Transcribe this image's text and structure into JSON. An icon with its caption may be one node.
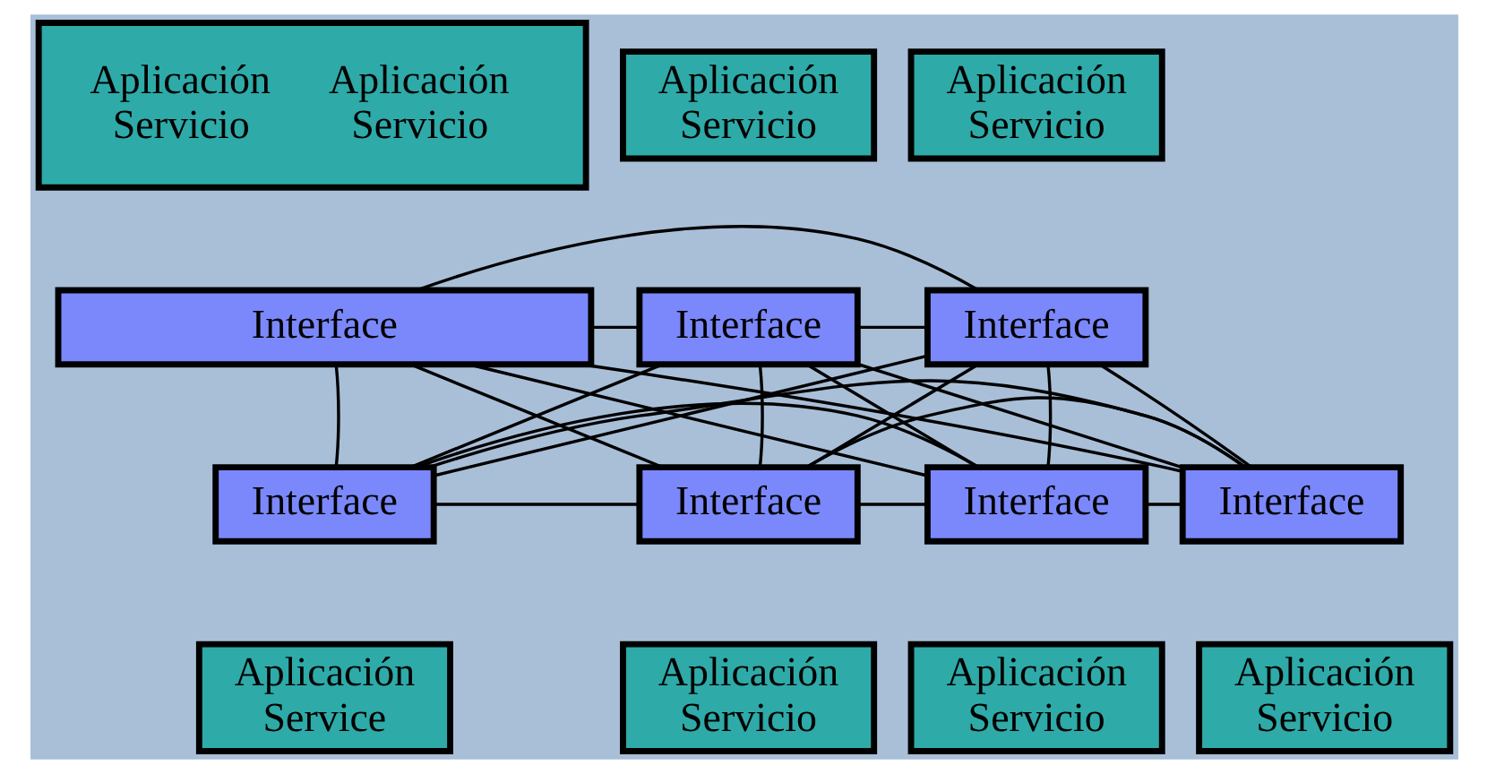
{
  "diagram": {
    "nodes": [
      {
        "text": [
          "Aplicación Servicio",
          "Aplicación Servicio"
        ]
      },
      {
        "text": [
          "Aplicación Servicio"
        ]
      },
      {
        "text": [
          "Aplicación Servicio"
        ]
      },
      {
        "text": [
          "Interface"
        ]
      },
      {
        "text": [
          "Interface"
        ]
      },
      {
        "text": [
          "Interface"
        ]
      },
      {
        "text": [
          "Interface"
        ]
      },
      {
        "text": [
          "Interface"
        ]
      },
      {
        "text": [
          "Interface"
        ]
      },
      {
        "text": [
          "Interface"
        ]
      },
      {
        "text": [
          "Aplicación Service"
        ]
      },
      {
        "text": [
          "Aplicación Servicio"
        ]
      },
      {
        "text": [
          "Aplicación Servicio"
        ]
      },
      {
        "text": [
          "Aplicación Servicio"
        ]
      }
    ],
    "edges": [
      {
        "from": 3,
        "to": 4,
        "arrow": "none"
      },
      {
        "from": 3,
        "to": 5,
        "arrow": "none"
      },
      {
        "from": 3,
        "to": 6,
        "arrow": "none"
      },
      {
        "from": 3,
        "to": 7,
        "arrow": "none"
      },
      {
        "from": 3,
        "to": 8,
        "arrow": "none"
      },
      {
        "from": 3,
        "to": 9,
        "arrow": "none"
      },
      {
        "from": 4,
        "to": 5,
        "arrow": "none"
      },
      {
        "from": 4,
        "to": 6,
        "arrow": "none"
      },
      {
        "from": 4,
        "to": 7,
        "arrow": "none"
      },
      {
        "from": 4,
        "to": 8,
        "arrow": "none"
      },
      {
        "from": 4,
        "to": 9,
        "arrow": "none"
      },
      {
        "from": 5,
        "to": 6,
        "arrow": "none"
      },
      {
        "from": 5,
        "to": 7,
        "arrow": "none"
      },
      {
        "from": 5,
        "to": 8,
        "arrow": "none"
      },
      {
        "from": 5,
        "to": 9,
        "arrow": "none"
      },
      {
        "from": 6,
        "to": 7,
        "arrow": "none"
      },
      {
        "from": 6,
        "to": 8,
        "arrow": "none"
      },
      {
        "from": 6,
        "to": 9,
        "arrow": "none"
      },
      {
        "from": 7,
        "to": 8,
        "arrow": "none"
      },
      {
        "from": 7,
        "to": 9,
        "arrow": "none"
      },
      {
        "from": 8,
        "to": 9,
        "arrow": "none"
      }
    ]
  }
}
